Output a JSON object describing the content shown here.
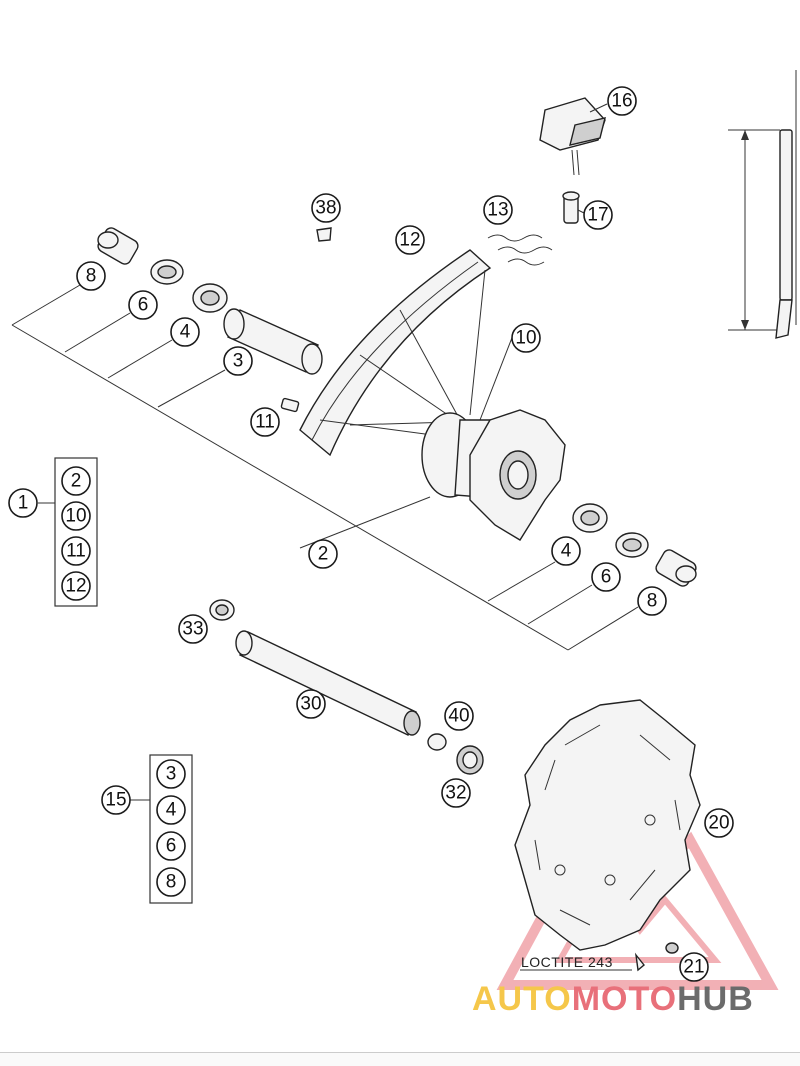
{
  "callouts": {
    "c16": "16",
    "c17": "17",
    "c38": "38",
    "c13": "13",
    "c12": "12",
    "c8a": "8",
    "c6a": "6",
    "c4a": "4",
    "c3a": "3",
    "c10": "10",
    "c11": "11",
    "c2": "2",
    "c4b": "4",
    "c6b": "6",
    "c8b": "8",
    "c1": "1",
    "c33": "33",
    "c30": "30",
    "c40": "40",
    "c32": "32",
    "c15": "15",
    "c20": "20",
    "c21": "21"
  },
  "group1": {
    "items": [
      "2",
      "10",
      "11",
      "12"
    ]
  },
  "group15": {
    "items": [
      "3",
      "4",
      "6",
      "8"
    ]
  },
  "note": "LOCTITE 243",
  "watermark": {
    "part1": "AUTO",
    "part2": "MOTO",
    "part3": "HUB"
  },
  "colors": {
    "watermark_red": "#e8707a",
    "watermark_yellow": "#f5c74a",
    "watermark_grey": "#6b6b6b"
  }
}
